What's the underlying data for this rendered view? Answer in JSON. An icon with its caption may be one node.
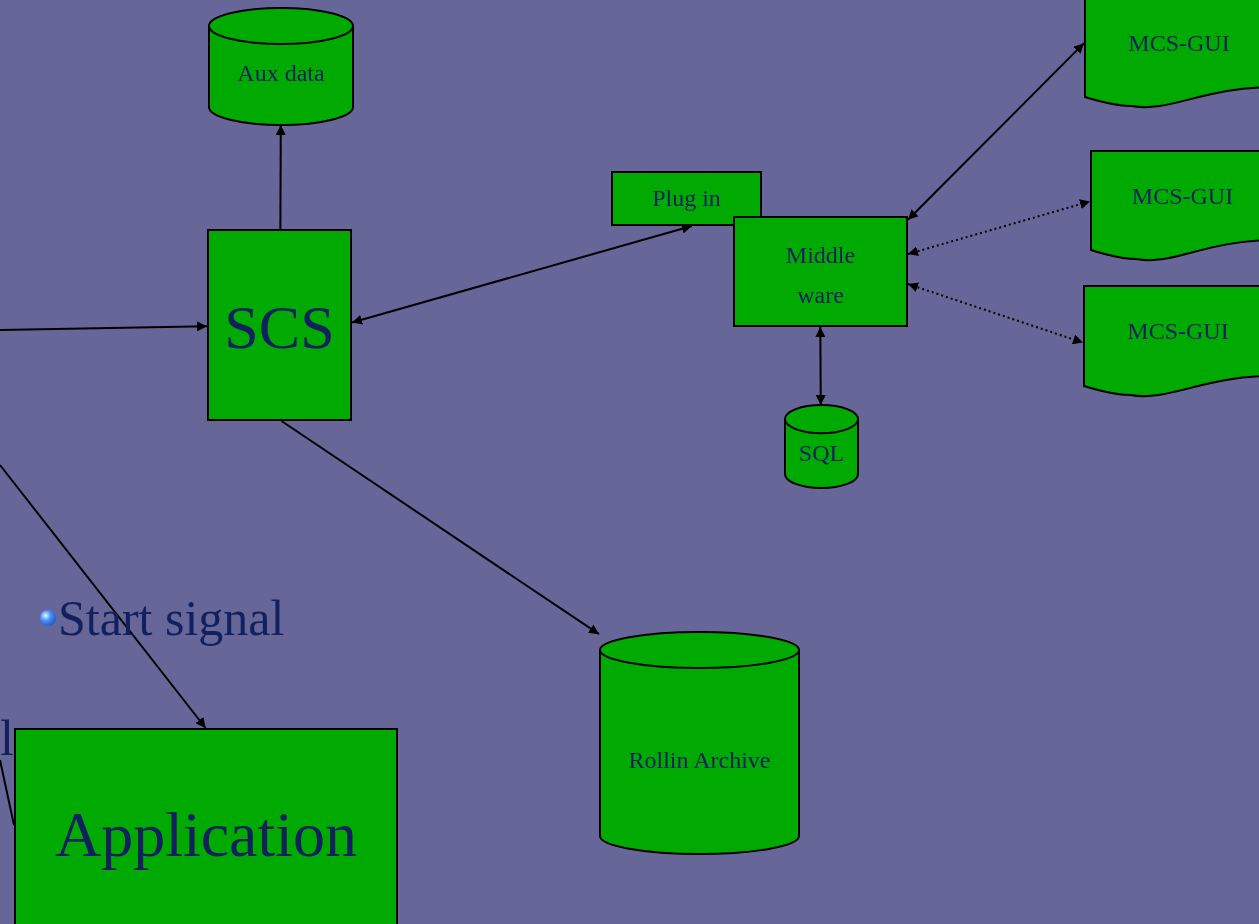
{
  "diagram": {
    "nodes": [
      {
        "text": [
          "Aux data"
        ]
      },
      {
        "text": [
          "SCS"
        ]
      },
      {
        "text": [
          "Plug in"
        ]
      },
      {
        "text": [
          "Middle ware"
        ]
      },
      {
        "text": [
          "MCS-GUI"
        ]
      },
      {
        "text": [
          "MCS-GUI"
        ]
      },
      {
        "text": [
          "MCS-GUI"
        ]
      },
      {
        "text": [
          "SQL"
        ]
      },
      {
        "text": [
          "Rollin Archive"
        ]
      },
      {
        "text": [
          "Application"
        ]
      },
      {
        "text": [
          "l"
        ]
      }
    ],
    "edges": [
      {
        "from": null,
        "to": 1,
        "arrow": "to"
      },
      {
        "from": 1,
        "to": 0,
        "arrow": "to"
      },
      {
        "from": 1,
        "to": 2,
        "arrow": "both"
      },
      {
        "from": 3,
        "to": 4,
        "arrow": "both"
      },
      {
        "from": 3,
        "to": 5,
        "arrow": "both",
        "style": "dashed"
      },
      {
        "from": 3,
        "to": 6,
        "arrow": "both",
        "style": "dashed"
      },
      {
        "from": 3,
        "to": 7,
        "arrow": "both"
      },
      {
        "from": 1,
        "to": 8,
        "arrow": "to"
      },
      {
        "from": null,
        "to": 9,
        "arrow": "to"
      },
      {
        "from": 10,
        "to": 9,
        "arrow": "none"
      }
    ],
    "labels": [
      "Start signal"
    ]
  }
}
